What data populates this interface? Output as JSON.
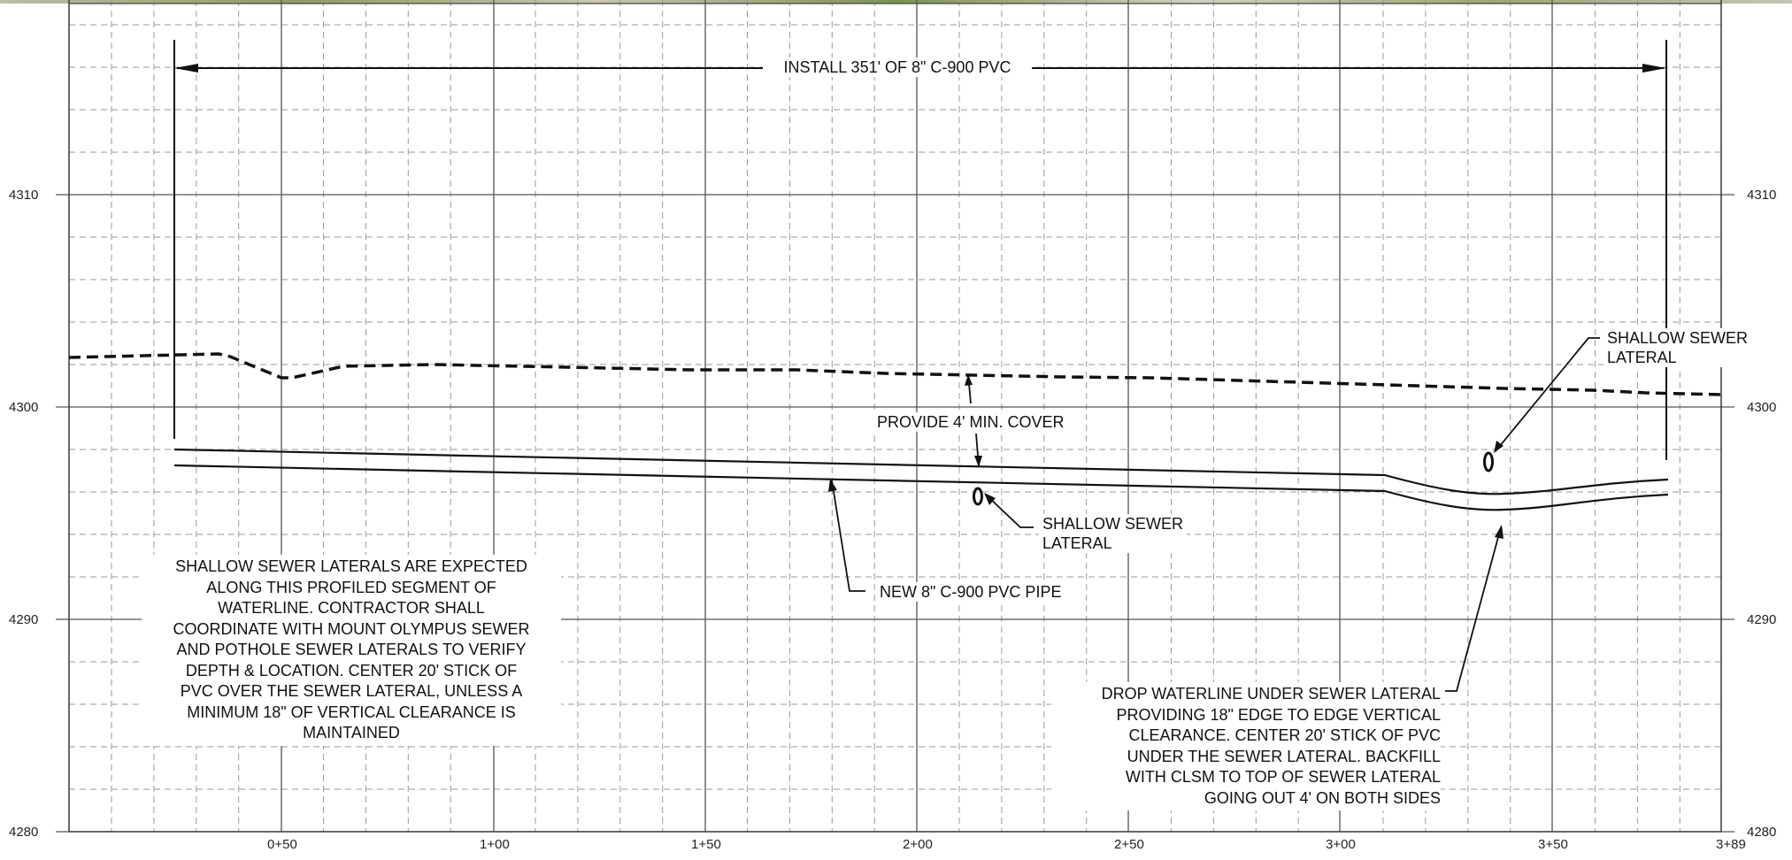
{
  "profile": {
    "elevation_labels": [
      "4310",
      "4300",
      "4290",
      "4280"
    ],
    "station_labels": [
      "0+50",
      "1+00",
      "1+50",
      "2+00",
      "2+50",
      "3+00",
      "3+50",
      "3+89"
    ]
  },
  "annotations": {
    "install": "INSTALL 351' OF 8\" C-900 PVC",
    "min_cover": "PROVIDE 4' MIN. COVER",
    "new_pipe": "NEW 8\" C-900 PVC PIPE",
    "sewer_lateral_1": "SHALLOW SEWER\nLATERAL",
    "sewer_lateral_2": "SHALLOW SEWER\nLATERAL",
    "laterals_note": "SHALLOW SEWER LATERALS ARE EXPECTED\nALONG THIS PROFILED SEGMENT OF\nWATERLINE. CONTRACTOR SHALL\nCOORDINATE WITH MOUNT OLYMPUS SEWER\nAND POTHOLE SEWER LATERALS TO VERIFY\nDEPTH & LOCATION. CENTER 20' STICK OF\nPVC OVER THE SEWER LATERAL, UNLESS A\nMINIMUM 18\" OF VERTICAL CLEARANCE IS\nMAINTAINED",
    "drop_note": "DROP WATERLINE UNDER SEWER LATERAL\nPROVIDING 18\" EDGE TO EDGE VERTICAL\nCLEARANCE. CENTER 20' STICK OF PVC\nUNDER THE SEWER LATERAL. BACKFILL\nWITH CLSM TO TOP OF SEWER LATERAL\nGOING OUT 4' ON BOTH SIDES"
  }
}
